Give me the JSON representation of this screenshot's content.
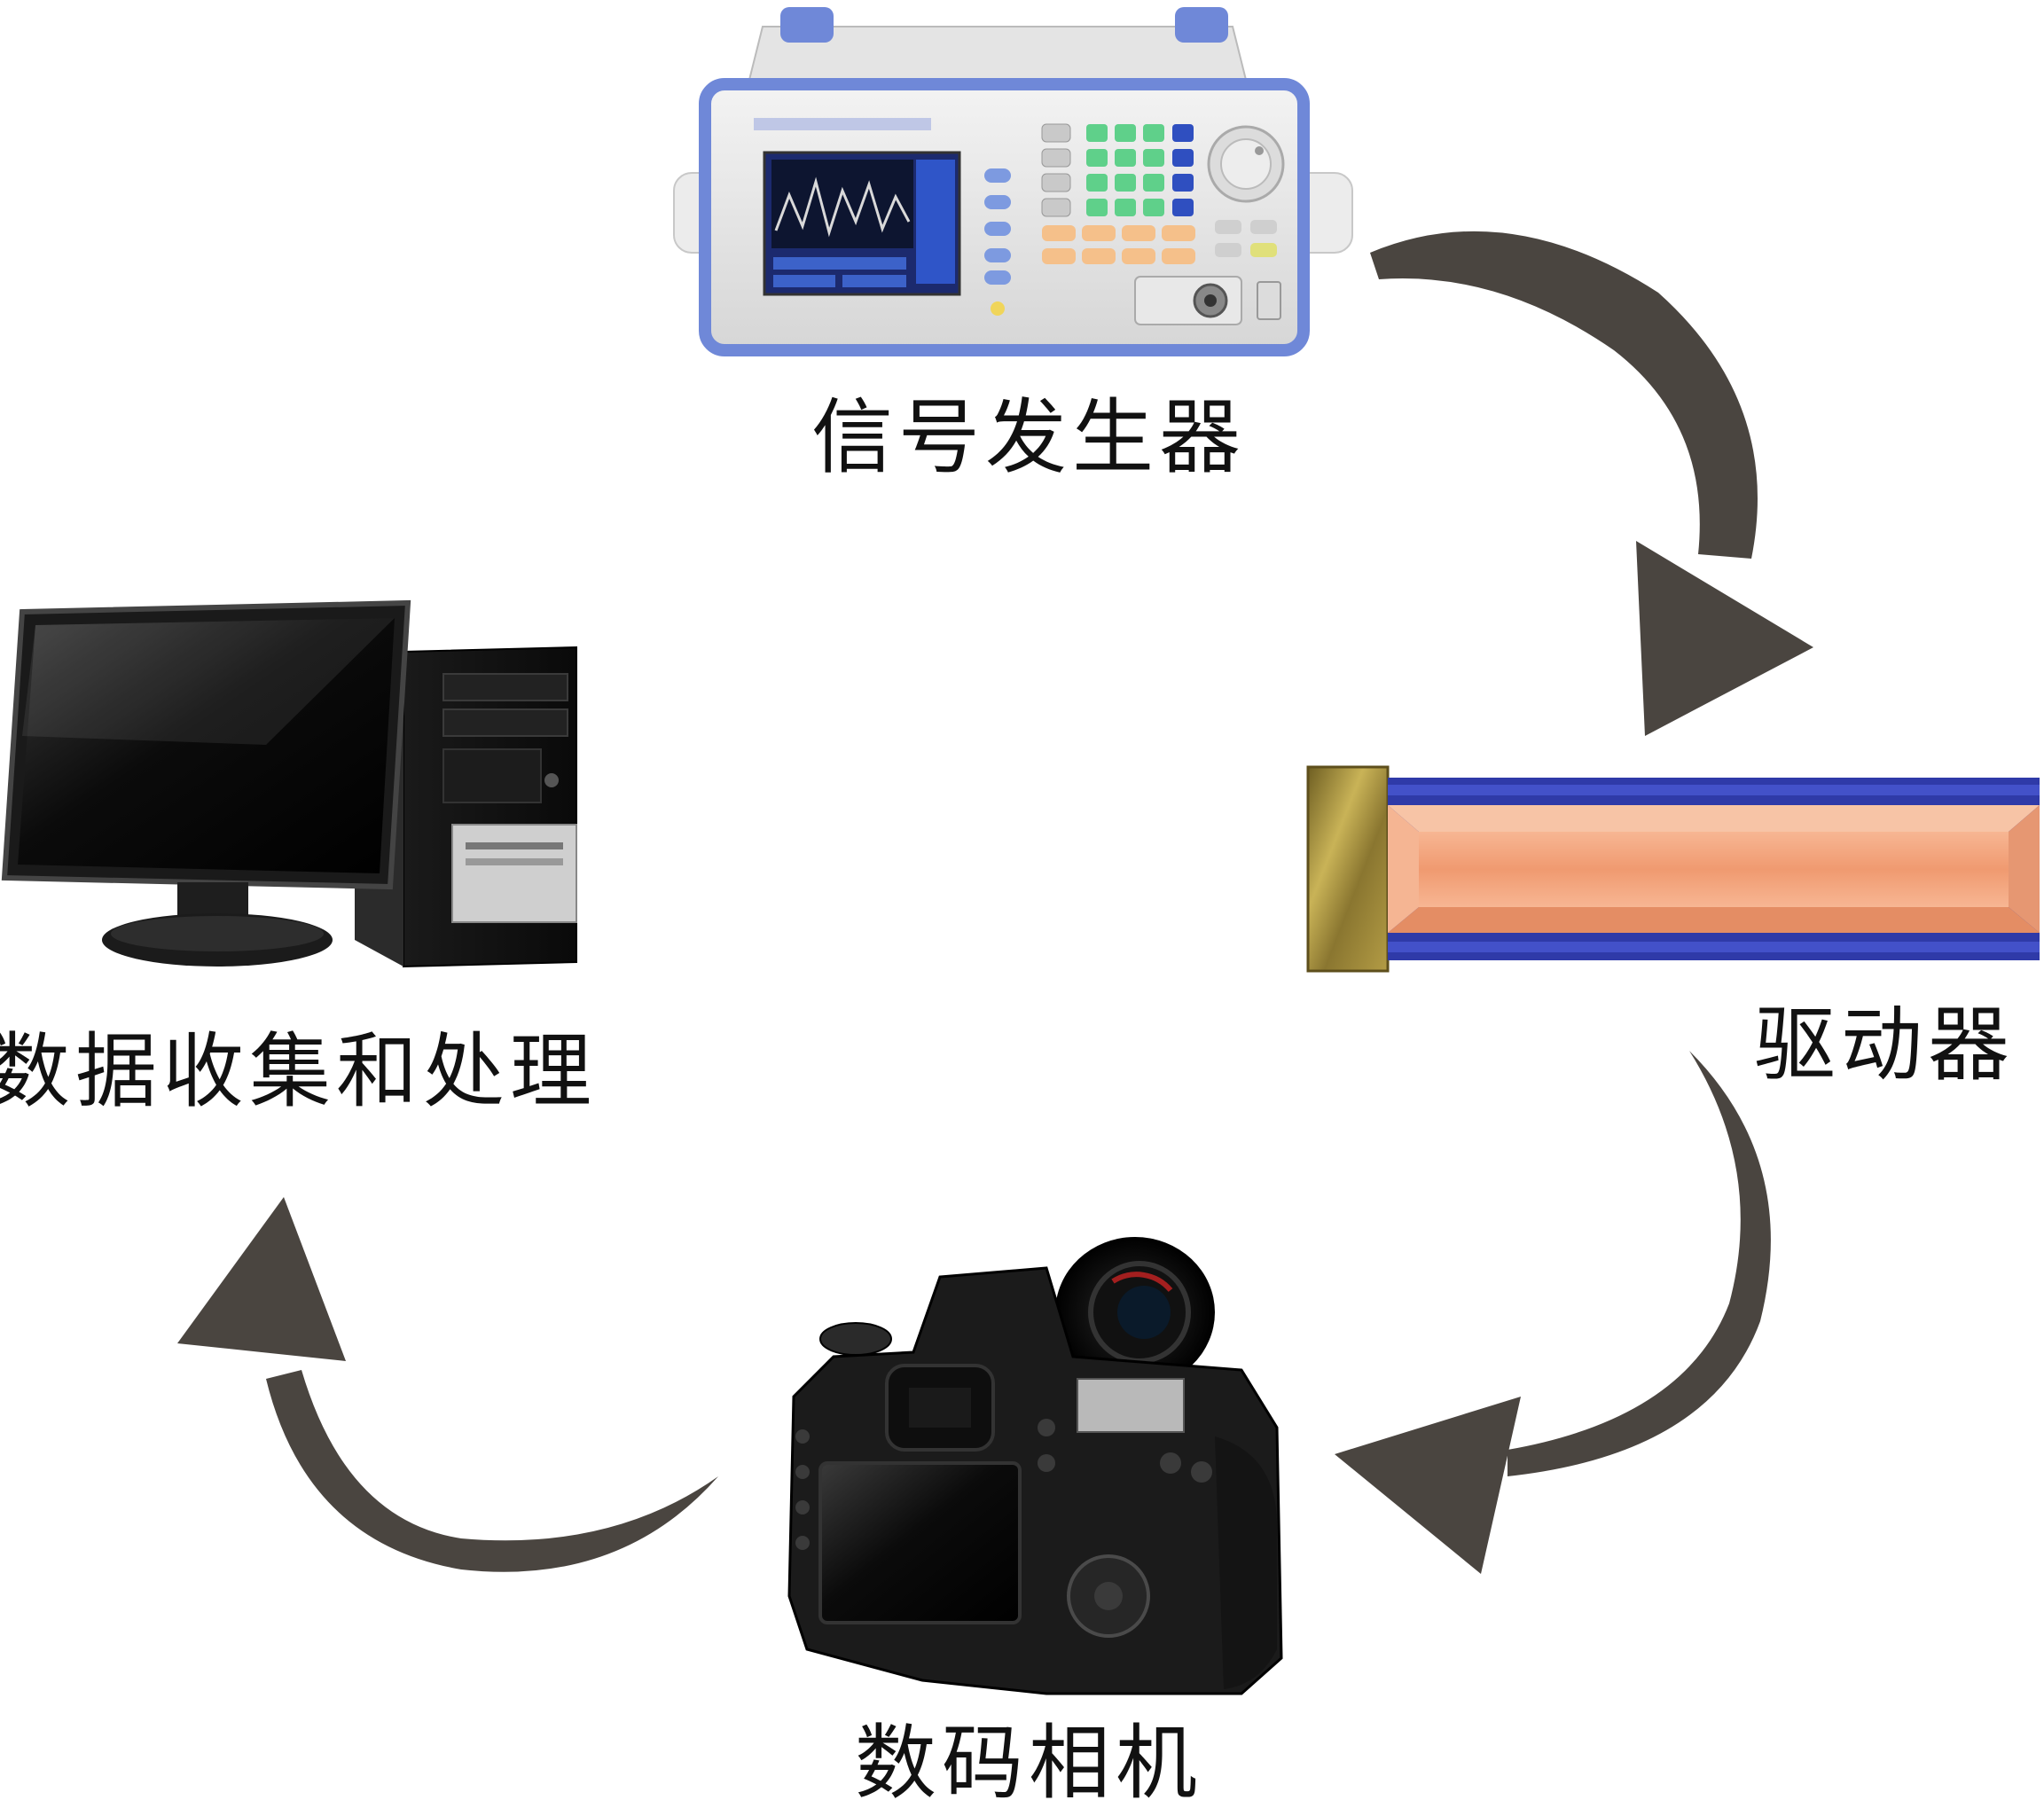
{
  "nodes": {
    "signal_generator": {
      "label": "信号发生器"
    },
    "actuator": {
      "label": "驱动器"
    },
    "camera": {
      "label": "数码相机"
    },
    "computer": {
      "label": "数据收集和处理"
    }
  },
  "icons": {
    "signal_generator": "signal-generator-icon",
    "actuator": "actuator-icon",
    "camera": "camera-icon",
    "computer": "desktop-computer-icon"
  },
  "colors": {
    "arrow": "#4a4540",
    "actuator_blue": "#2f3aa8",
    "actuator_core": "#f2a57f",
    "actuator_cap": "#a8913a",
    "generator_frame": "#6f88d8",
    "generator_body": "#e6e6e6"
  }
}
